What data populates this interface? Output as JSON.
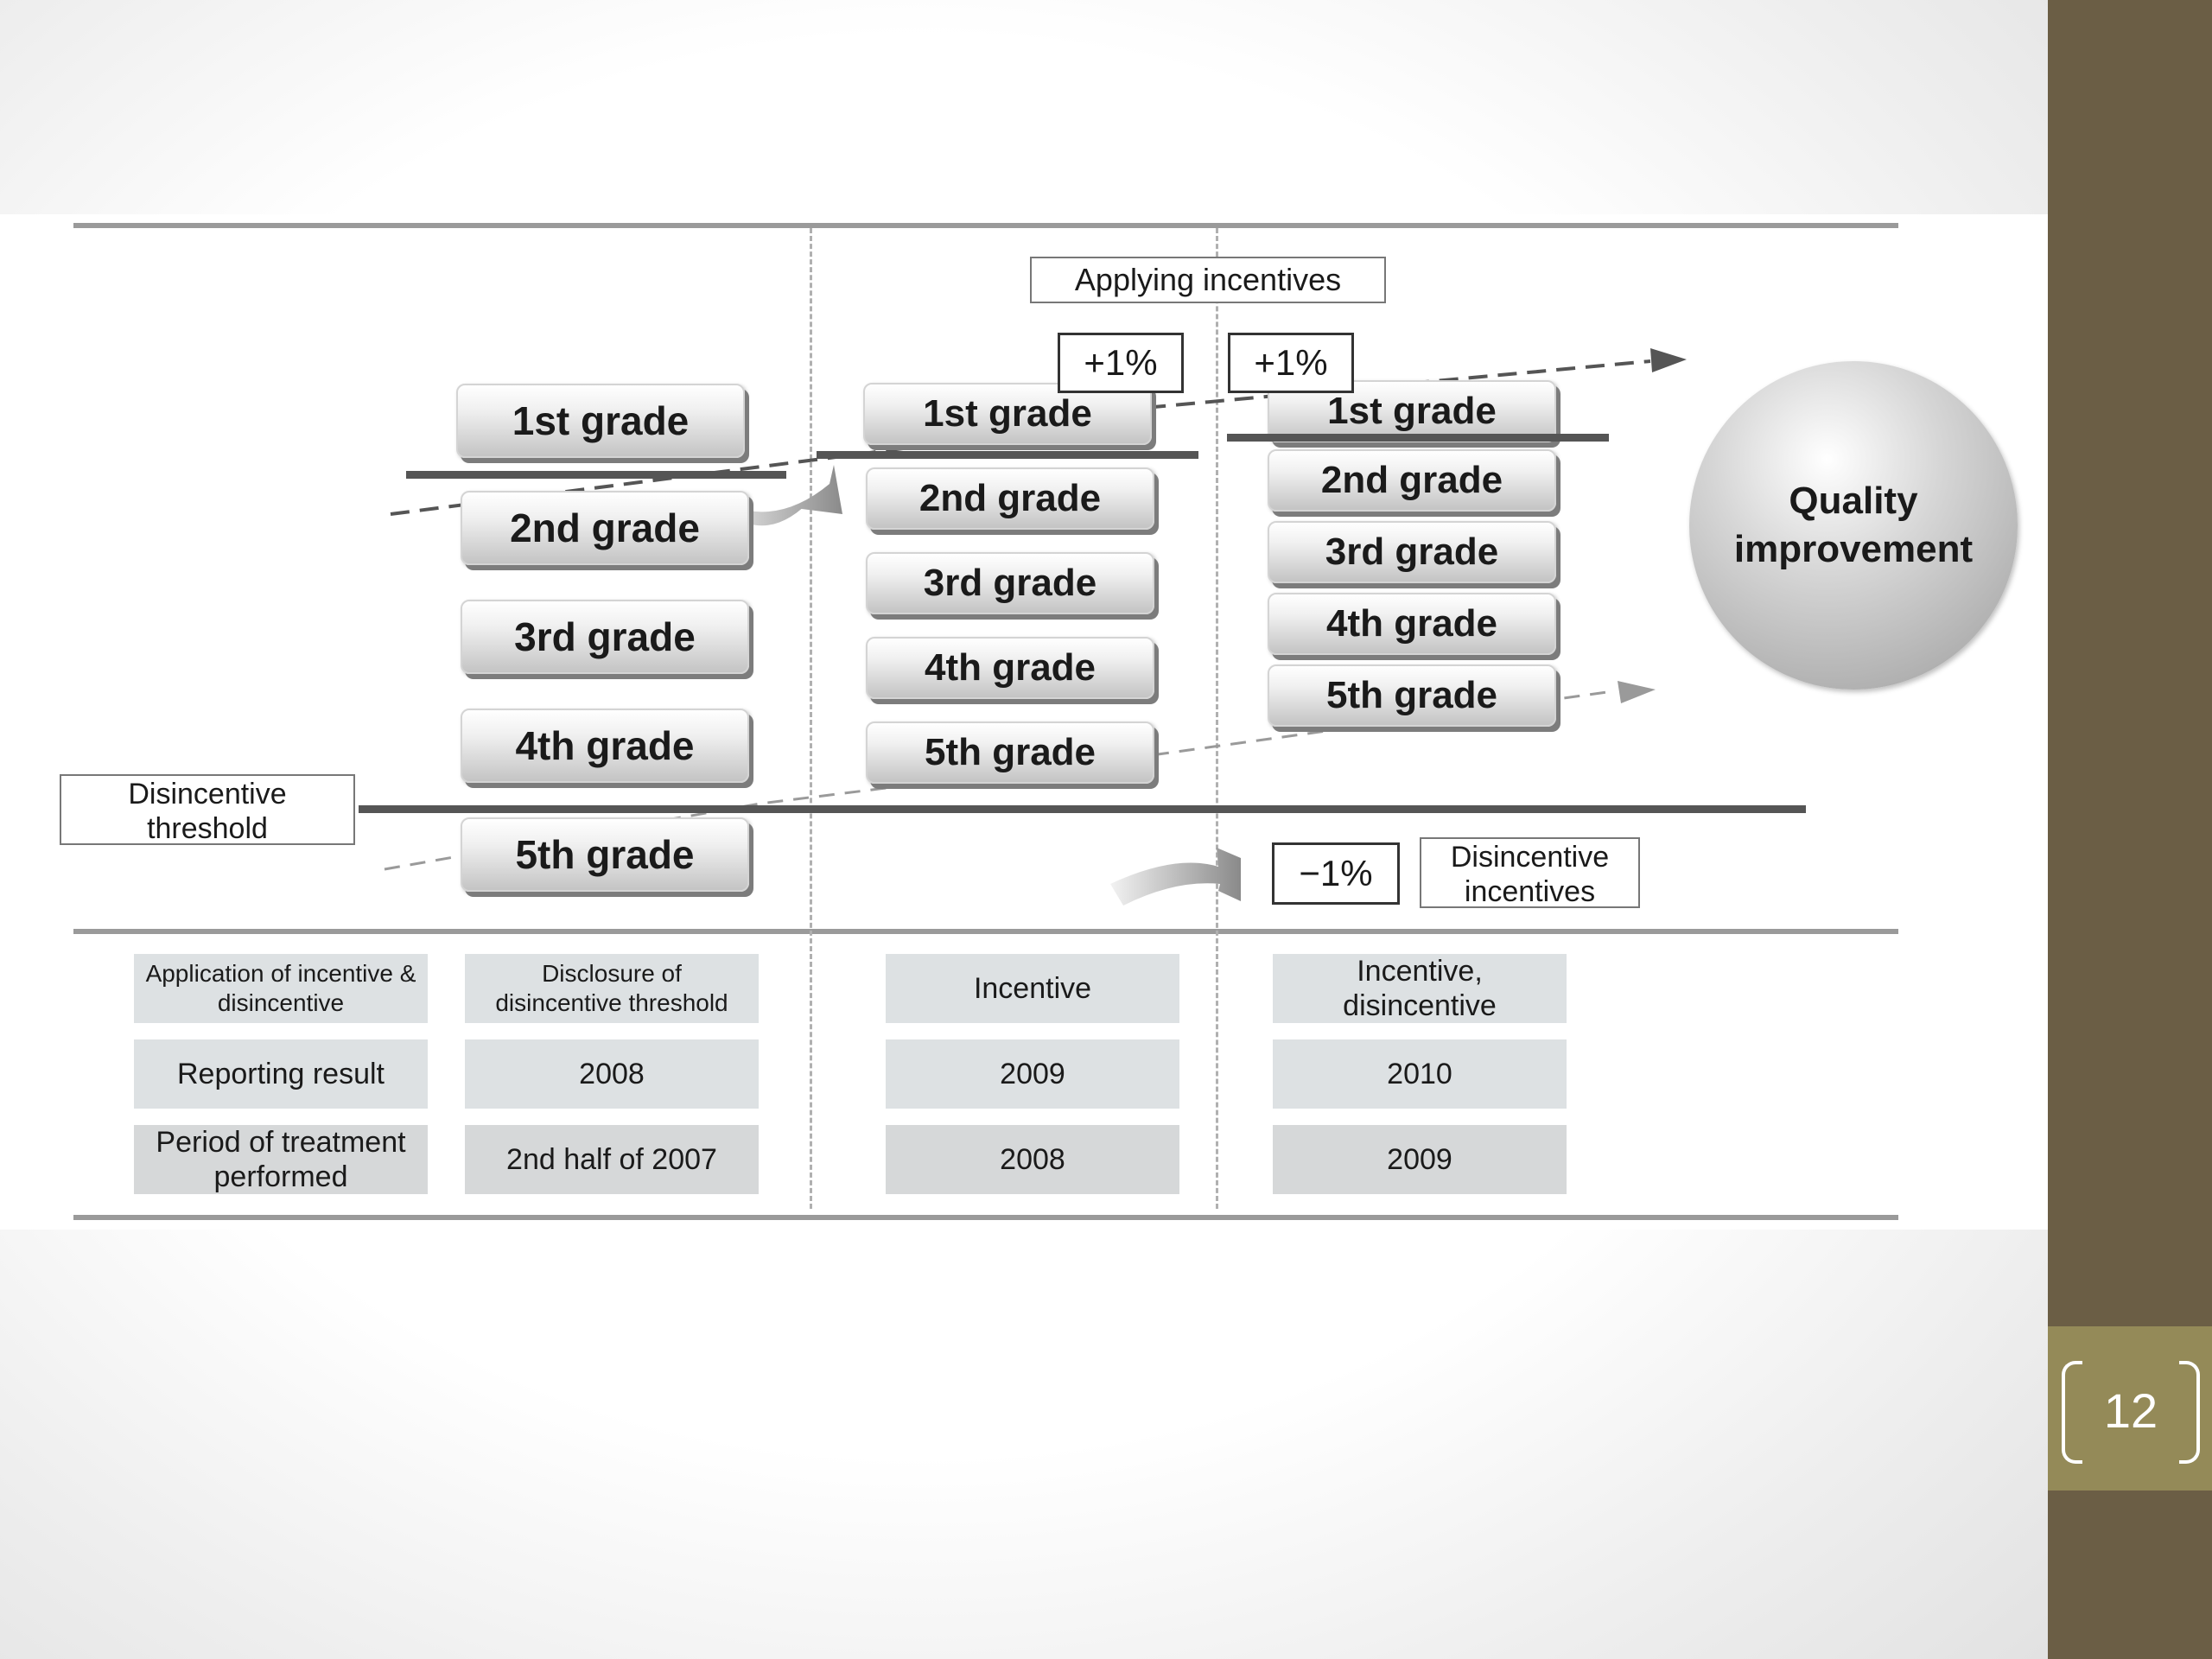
{
  "page_number": "12",
  "diagram": {
    "applying_incentives_label": "Applying incentives",
    "plus_one_percent": "+1%",
    "minus_one_percent": "−1%",
    "disincentive_threshold_label": "Disincentive\nthreshold",
    "disincentive_incentives_label": "Disincentive\nincentives",
    "quality_improvement_label": "Quality\nimprovement",
    "grades": [
      "1st grade",
      "2nd grade",
      "3rd grade",
      "4th grade",
      "5th grade"
    ]
  },
  "table": {
    "rows": [
      {
        "header": "Application of incentive &\ndisincentive",
        "cells": [
          "Disclosure of\ndisincentive threshold",
          "Incentive",
          "Incentive,\ndisincentive"
        ]
      },
      {
        "header": "Reporting result",
        "cells": [
          "2008",
          "2009",
          "2010"
        ]
      },
      {
        "header": "Period of treatment\nperformed",
        "cells": [
          "2nd half of 2007",
          "2008",
          "2009"
        ]
      }
    ]
  },
  "colors": {
    "sidebar": "#6b5e45",
    "page_tab": "#948a58"
  }
}
